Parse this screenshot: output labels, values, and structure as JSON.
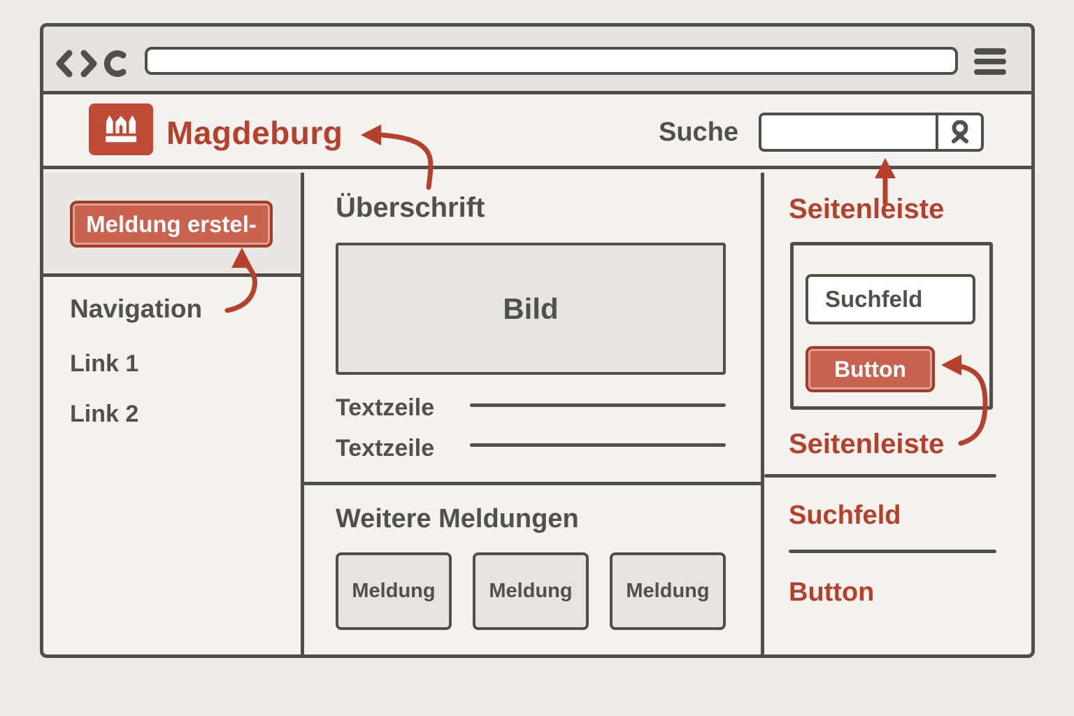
{
  "window": {
    "colors": {
      "accent_red": "#b5402c",
      "button_fill": "#c96350",
      "button_border": "#a23b28",
      "logo_red": "#bf4a35",
      "outline_dark": "#4e4f49",
      "text_dark": "#50514b"
    },
    "browser_toolbar": {
      "url_value": "",
      "icons": {
        "back": "back",
        "forward": "forward",
        "reload": "reload",
        "menu": "menu"
      }
    },
    "header": {
      "brand": "Magdeburg",
      "search_label": "Suche",
      "search_value": ""
    },
    "left_sidebar": {
      "create_button_label": "Meldung erstel-",
      "nav_heading": "Navigation",
      "links": [
        {
          "label": "Link 1"
        },
        {
          "label": "Link 2"
        }
      ]
    },
    "main": {
      "heading": "Überschrift",
      "image_placeholder": "Bild",
      "text_rows": [
        {
          "label": "Textzeile"
        },
        {
          "label": "Textzeile"
        }
      ],
      "section_heading": "Weitere Meldungen",
      "cards": [
        {
          "label": "Meldung"
        },
        {
          "label": "Meldung"
        },
        {
          "label": "Meldung"
        }
      ]
    },
    "right_sidebar": {
      "annotation_search": "Seitenleiste",
      "widget": {
        "search_field_value": "Suchfeld",
        "button_label": "Button"
      },
      "annotation_widget": "Seitenleiste",
      "legend_items": [
        {
          "label": "Suchfeld"
        },
        {
          "label": "Button"
        }
      ]
    }
  }
}
